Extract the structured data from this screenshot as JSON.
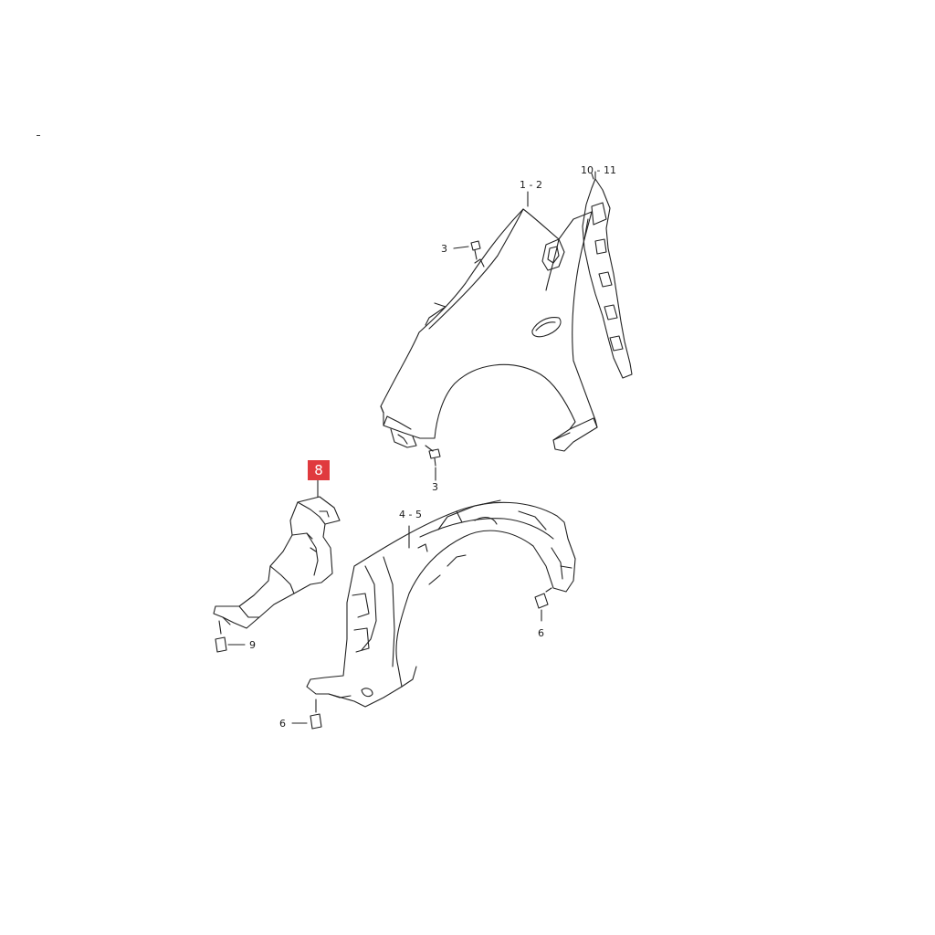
{
  "figure": {
    "type": "exploded parts diagram",
    "line_color": "#222222",
    "highlight_color": "#e03a3e"
  },
  "callouts": {
    "fender": "1 - 2",
    "fender_bolt_top": "3",
    "fender_bolt_bottom": "3",
    "fender_bracket": "10 - 11",
    "selected_part": "8",
    "liner": "4 - 5",
    "liner_clip_right": "6",
    "liner_clip_left": "6",
    "splash_bolt": "9"
  }
}
